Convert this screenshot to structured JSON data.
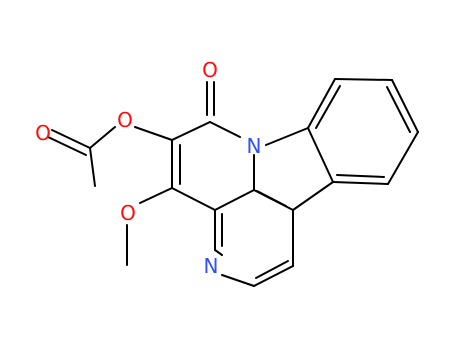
{
  "molecule": {
    "atom_labels": {
      "carbonyl_oxygen": "O",
      "ester_oxygen": "O",
      "acetyl_oxygen": "O",
      "methoxy_oxygen": "O",
      "indole_nitrogen": "N",
      "pyridine_nitrogen": "N"
    },
    "colors": {
      "bond": "#000000",
      "oxygen": "#ff0d0d",
      "nitrogen": "#3050f8",
      "background": "#ffffff"
    }
  }
}
